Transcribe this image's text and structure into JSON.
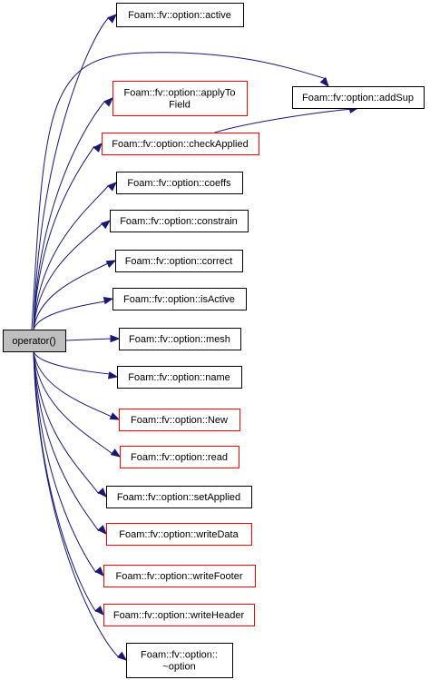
{
  "colors": {
    "edge": "#191970",
    "border_normal": "#000000",
    "border_documented": "#ff0000",
    "root_fill": "#bfbfbf",
    "node_fill": "#ffffff"
  },
  "nodes": [
    {
      "id": "root",
      "lines": [
        "operator()"
      ],
      "style": "root"
    },
    {
      "id": "active",
      "lines": [
        "Foam::fv::option::active"
      ],
      "style": "normal"
    },
    {
      "id": "applyToField",
      "lines": [
        "Foam::fv::option::applyTo",
        "Field"
      ],
      "style": "red"
    },
    {
      "id": "checkApplied",
      "lines": [
        "Foam::fv::option::checkApplied"
      ],
      "style": "red"
    },
    {
      "id": "addSup",
      "lines": [
        "Foam::fv::option::addSup"
      ],
      "style": "normal"
    },
    {
      "id": "coeffs",
      "lines": [
        "Foam::fv::option::coeffs"
      ],
      "style": "normal"
    },
    {
      "id": "constrain",
      "lines": [
        "Foam::fv::option::constrain"
      ],
      "style": "normal"
    },
    {
      "id": "correct",
      "lines": [
        "Foam::fv::option::correct"
      ],
      "style": "normal"
    },
    {
      "id": "isActive",
      "lines": [
        "Foam::fv::option::isActive"
      ],
      "style": "normal"
    },
    {
      "id": "mesh",
      "lines": [
        "Foam::fv::option::mesh"
      ],
      "style": "normal"
    },
    {
      "id": "name",
      "lines": [
        "Foam::fv::option::name"
      ],
      "style": "normal"
    },
    {
      "id": "New",
      "lines": [
        "Foam::fv::option::New"
      ],
      "style": "red"
    },
    {
      "id": "read",
      "lines": [
        "Foam::fv::option::read"
      ],
      "style": "red"
    },
    {
      "id": "setApplied",
      "lines": [
        "Foam::fv::option::setApplied"
      ],
      "style": "normal"
    },
    {
      "id": "writeData",
      "lines": [
        "Foam::fv::option::writeData"
      ],
      "style": "red"
    },
    {
      "id": "writeFooter",
      "lines": [
        "Foam::fv::option::writeFooter"
      ],
      "style": "red"
    },
    {
      "id": "writeHeader",
      "lines": [
        "Foam::fv::option::writeHeader"
      ],
      "style": "red"
    },
    {
      "id": "destructor",
      "lines": [
        "Foam::fv::option::",
        "~option"
      ],
      "style": "normal"
    }
  ],
  "edges": [
    {
      "from": "root",
      "to": "active"
    },
    {
      "from": "root",
      "to": "addSup"
    },
    {
      "from": "root",
      "to": "applyToField"
    },
    {
      "from": "root",
      "to": "checkApplied"
    },
    {
      "from": "checkApplied",
      "to": "addSup"
    },
    {
      "from": "root",
      "to": "coeffs"
    },
    {
      "from": "root",
      "to": "constrain"
    },
    {
      "from": "root",
      "to": "correct"
    },
    {
      "from": "root",
      "to": "isActive"
    },
    {
      "from": "root",
      "to": "mesh"
    },
    {
      "from": "root",
      "to": "name"
    },
    {
      "from": "root",
      "to": "New"
    },
    {
      "from": "root",
      "to": "read"
    },
    {
      "from": "root",
      "to": "setApplied"
    },
    {
      "from": "root",
      "to": "writeData"
    },
    {
      "from": "root",
      "to": "writeFooter"
    },
    {
      "from": "root",
      "to": "writeHeader"
    },
    {
      "from": "root",
      "to": "destructor"
    }
  ]
}
